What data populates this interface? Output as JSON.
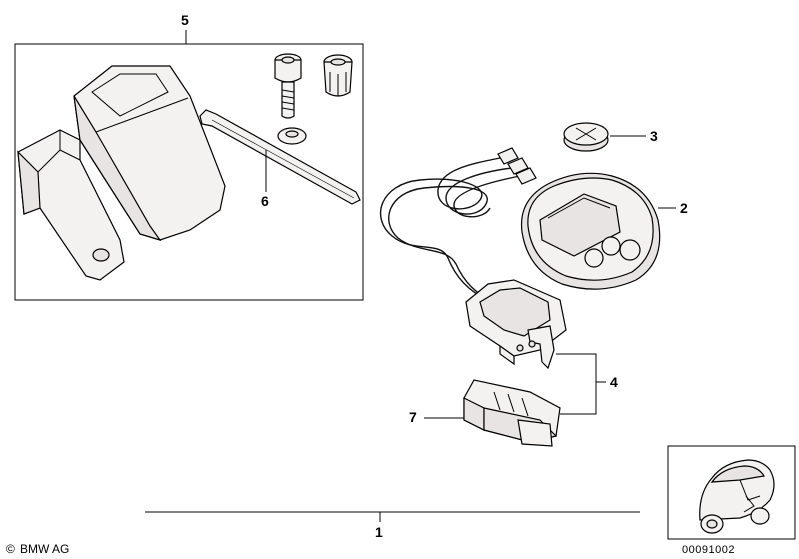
{
  "callouts": {
    "c1": "1",
    "c2": "2",
    "c3": "3",
    "c4": "4",
    "c5": "5",
    "c6": "6",
    "c7": "7"
  },
  "footer": {
    "copyright_symbol": "©",
    "brand": "BMW AG"
  },
  "inset": {
    "reference_number": "00091002"
  },
  "colors": {
    "line": "#000000",
    "part_fill": "#f4f1f1",
    "shade": "#e9e4e4"
  }
}
